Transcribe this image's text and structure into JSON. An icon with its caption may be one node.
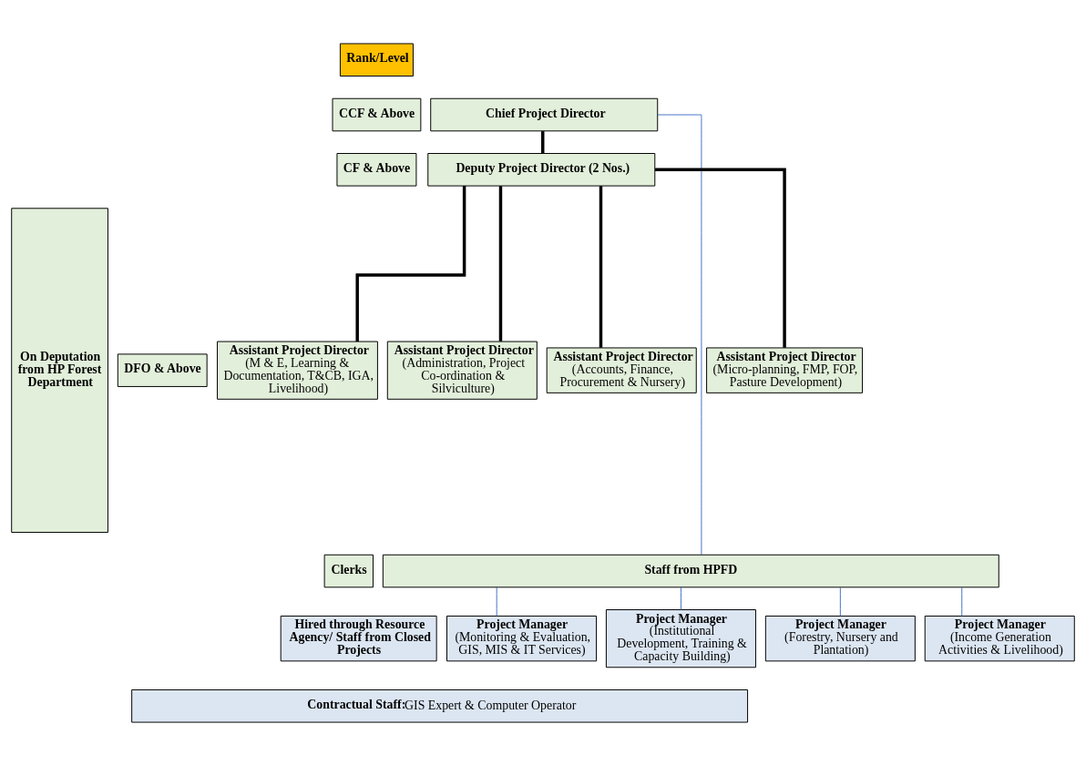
{
  "diagram": {
    "nodes": [
      {
        "text": [
          "On Deputation from HP Forest Department"
        ]
      },
      {
        "text": [
          "Rank/Level"
        ]
      },
      {
        "text": [
          "CCF & Above"
        ]
      },
      {
        "text": [
          "CF & Above"
        ]
      },
      {
        "text": [
          "DFO & Above"
        ]
      },
      {
        "text": [
          "Clerks"
        ]
      },
      {
        "text": [
          "Hired through Resource Agency/ Staff from Closed Projects"
        ]
      },
      {
        "text": [
          "Chief Project Director"
        ]
      },
      {
        "text": [
          "Deputy Project Director (2 Nos.)"
        ]
      },
      {
        "text": [
          "Assistant Project Director",
          "(M & E, Learning & Documentation, T&CB, IGA, Livelihood)"
        ]
      },
      {
        "text": [
          "Assistant Project Director",
          "(Administration, Project Co-ordination & Silviculture)"
        ]
      },
      {
        "text": [
          "Assistant Project Director",
          "(Accounts, Finance, Procurement & Nursery)"
        ]
      },
      {
        "text": [
          "Assistant Project Director",
          "(Micro-planning, FMP, FOP, Pasture Development)"
        ]
      },
      {
        "text": [
          "Staff from HPFD"
        ]
      },
      {
        "text": [
          "Project Manager",
          "(Monitoring & Evaluation, GIS, MIS & IT Services)"
        ]
      },
      {
        "text": [
          "Project Manager",
          "(Institutional Development, Training & Capacity Building)"
        ]
      },
      {
        "text": [
          "Project Manager",
          "(Forestry, Nursery and Plantation)"
        ]
      },
      {
        "text": [
          "Project Manager",
          "(Income Generation Activities & Livelihood)"
        ]
      },
      {
        "text": [
          "Contractual Staff:",
          "GIS Expert & Computer Operator"
        ]
      }
    ],
    "edges": [
      {
        "from": 7,
        "to": 8,
        "arrow": "none",
        "style": "thick",
        "color": "#000000"
      },
      {
        "from": 8,
        "to": 9,
        "arrow": "none",
        "style": "thick",
        "color": "#000000"
      },
      {
        "from": 8,
        "to": 10,
        "arrow": "none",
        "style": "thick",
        "color": "#000000"
      },
      {
        "from": 8,
        "to": 11,
        "arrow": "none",
        "style": "thick",
        "color": "#000000"
      },
      {
        "from": 8,
        "to": 12,
        "arrow": "none",
        "style": "thick",
        "color": "#000000"
      },
      {
        "from": 7,
        "to": 13,
        "arrow": "none",
        "color": "#4472c4"
      },
      {
        "from": 13,
        "to": 14,
        "arrow": "none",
        "color": "#4472c4"
      },
      {
        "from": 13,
        "to": 15,
        "arrow": "none",
        "color": "#4472c4"
      },
      {
        "from": 13,
        "to": 16,
        "arrow": "none",
        "color": "#4472c4"
      },
      {
        "from": 13,
        "to": 17,
        "arrow": "none",
        "color": "#4472c4"
      }
    ]
  }
}
